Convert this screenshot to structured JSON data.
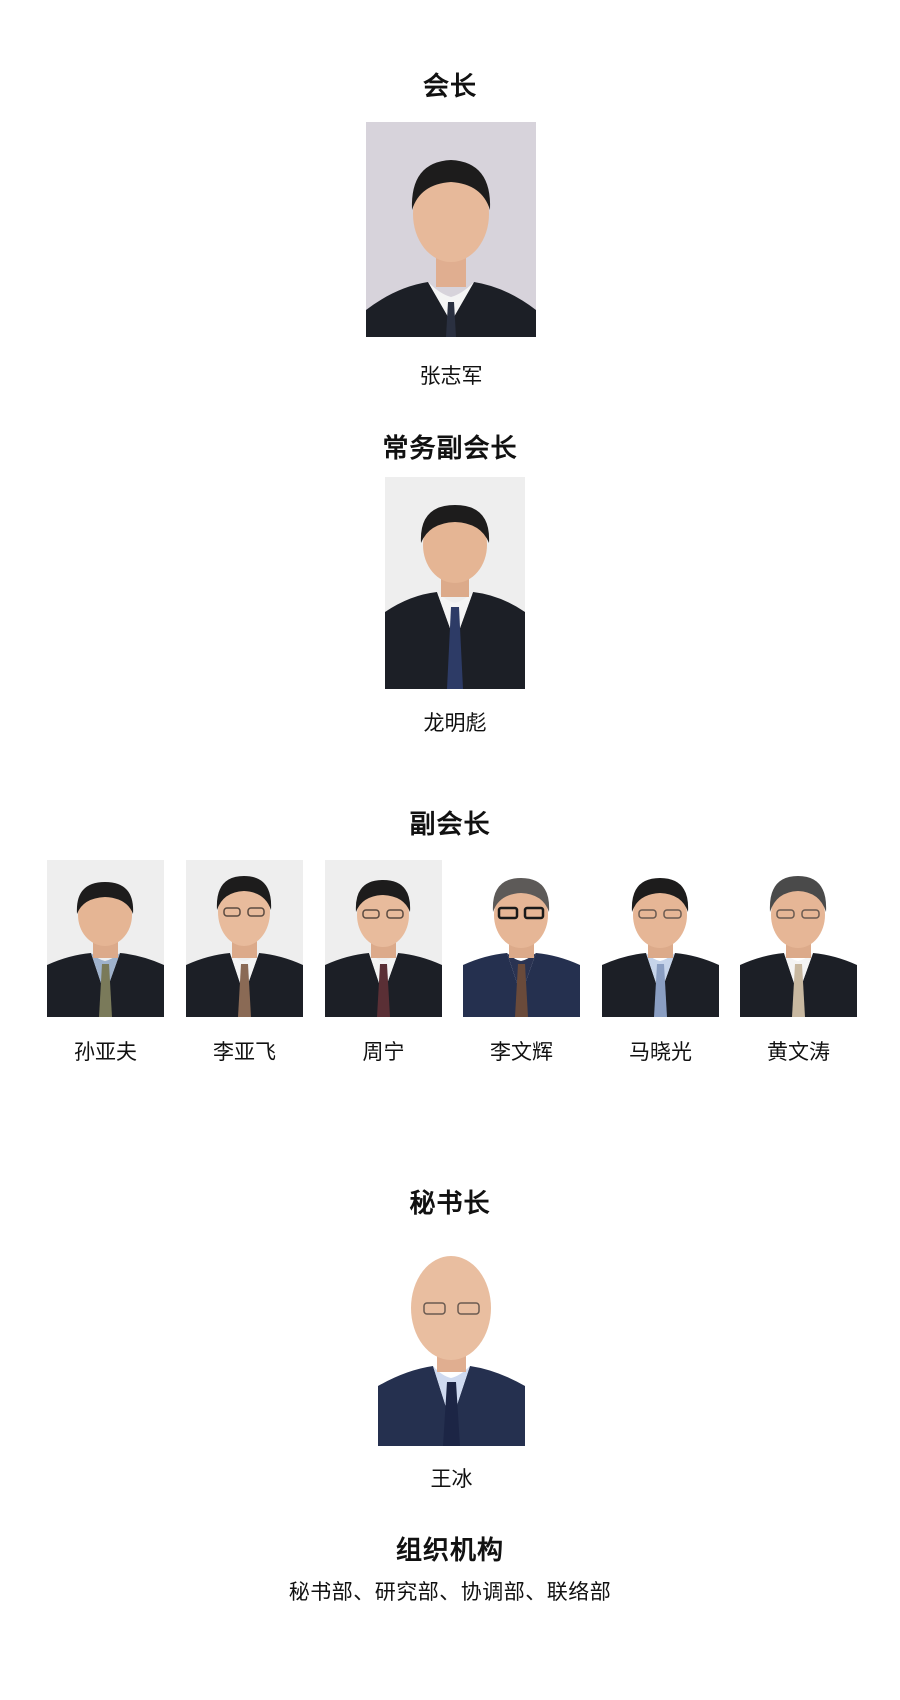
{
  "president": {
    "title": "会长",
    "name": "张志军"
  },
  "executive_vice_president": {
    "title": "常务副会长",
    "name": "龙明彪"
  },
  "vice_presidents": {
    "title": "副会长",
    "members": [
      {
        "name": "孙亚夫"
      },
      {
        "name": "李亚飞"
      },
      {
        "name": "周宁"
      },
      {
        "name": "李文辉"
      },
      {
        "name": "马晓光"
      },
      {
        "name": "黄文涛"
      }
    ]
  },
  "secretary_general": {
    "title": "秘书长",
    "name": "王冰"
  },
  "organization": {
    "title": "组织机构",
    "departments": "秘书部、研究部、协调部、联络部"
  },
  "colors": {
    "photo_bg_gray": "#d9d6dd",
    "photo_bg_light": "#eeeeee",
    "suit_dark": "#1c1f26",
    "suit_navy": "#25304f",
    "skin": "#e7b99a",
    "hair": "#1d1c1c"
  }
}
